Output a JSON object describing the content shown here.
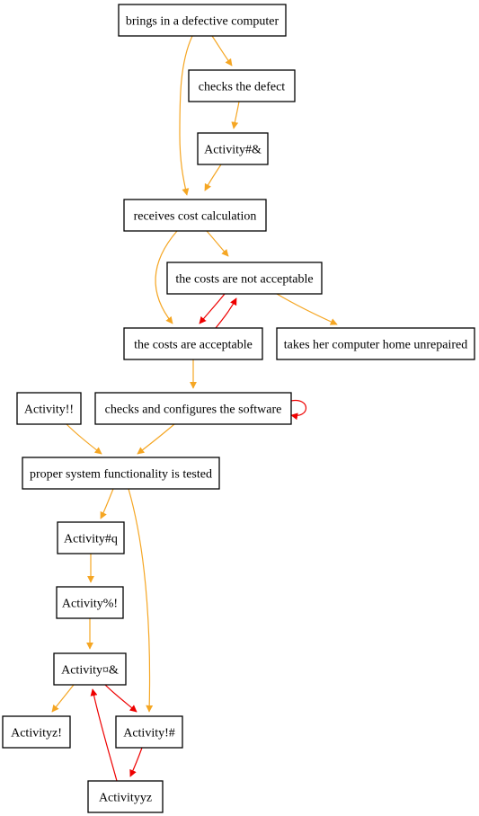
{
  "diagram": {
    "colors": {
      "normal_edge": "#f5a623",
      "loop_edge": "#ee0000",
      "node_border": "#000000"
    },
    "nodes": [
      {
        "id": "n1",
        "label": "brings in a defective computer"
      },
      {
        "id": "n2",
        "label": "checks the defect"
      },
      {
        "id": "n3",
        "label": "Activity#&"
      },
      {
        "id": "n4",
        "label": "receives cost calculation"
      },
      {
        "id": "n5",
        "label": "the costs are not acceptable"
      },
      {
        "id": "n6",
        "label": "the costs are acceptable"
      },
      {
        "id": "n7",
        "label": "takes her computer home unrepaired"
      },
      {
        "id": "n8",
        "label": "Activity!!"
      },
      {
        "id": "n9",
        "label": "checks and configures the software"
      },
      {
        "id": "n10",
        "label": "proper system functionality is tested"
      },
      {
        "id": "n11",
        "label": "Activity#q"
      },
      {
        "id": "n12",
        "label": "Activity%!"
      },
      {
        "id": "n13",
        "label": "Activity¤&"
      },
      {
        "id": "n14",
        "label": "Activityz!"
      },
      {
        "id": "n15",
        "label": "Activity!#"
      },
      {
        "id": "n16",
        "label": "Activityyz"
      }
    ],
    "edges": [
      {
        "from": "n1",
        "to": "n2",
        "kind": "normal"
      },
      {
        "from": "n1",
        "to": "n4",
        "kind": "normal"
      },
      {
        "from": "n2",
        "to": "n3",
        "kind": "normal"
      },
      {
        "from": "n3",
        "to": "n4",
        "kind": "normal"
      },
      {
        "from": "n4",
        "to": "n5",
        "kind": "normal"
      },
      {
        "from": "n4",
        "to": "n6",
        "kind": "normal"
      },
      {
        "from": "n5",
        "to": "n6",
        "kind": "loop"
      },
      {
        "from": "n6",
        "to": "n5",
        "kind": "loop"
      },
      {
        "from": "n5",
        "to": "n7",
        "kind": "normal"
      },
      {
        "from": "n6",
        "to": "n9",
        "kind": "normal"
      },
      {
        "from": "n9",
        "to": "n9",
        "kind": "loop"
      },
      {
        "from": "n8",
        "to": "n10",
        "kind": "normal"
      },
      {
        "from": "n9",
        "to": "n10",
        "kind": "normal"
      },
      {
        "from": "n10",
        "to": "n11",
        "kind": "normal"
      },
      {
        "from": "n10",
        "to": "n15",
        "kind": "normal"
      },
      {
        "from": "n11",
        "to": "n12",
        "kind": "normal"
      },
      {
        "from": "n12",
        "to": "n13",
        "kind": "normal"
      },
      {
        "from": "n13",
        "to": "n14",
        "kind": "normal"
      },
      {
        "from": "n13",
        "to": "n15",
        "kind": "loop"
      },
      {
        "from": "n15",
        "to": "n16",
        "kind": "loop"
      },
      {
        "from": "n16",
        "to": "n13",
        "kind": "loop"
      }
    ]
  }
}
